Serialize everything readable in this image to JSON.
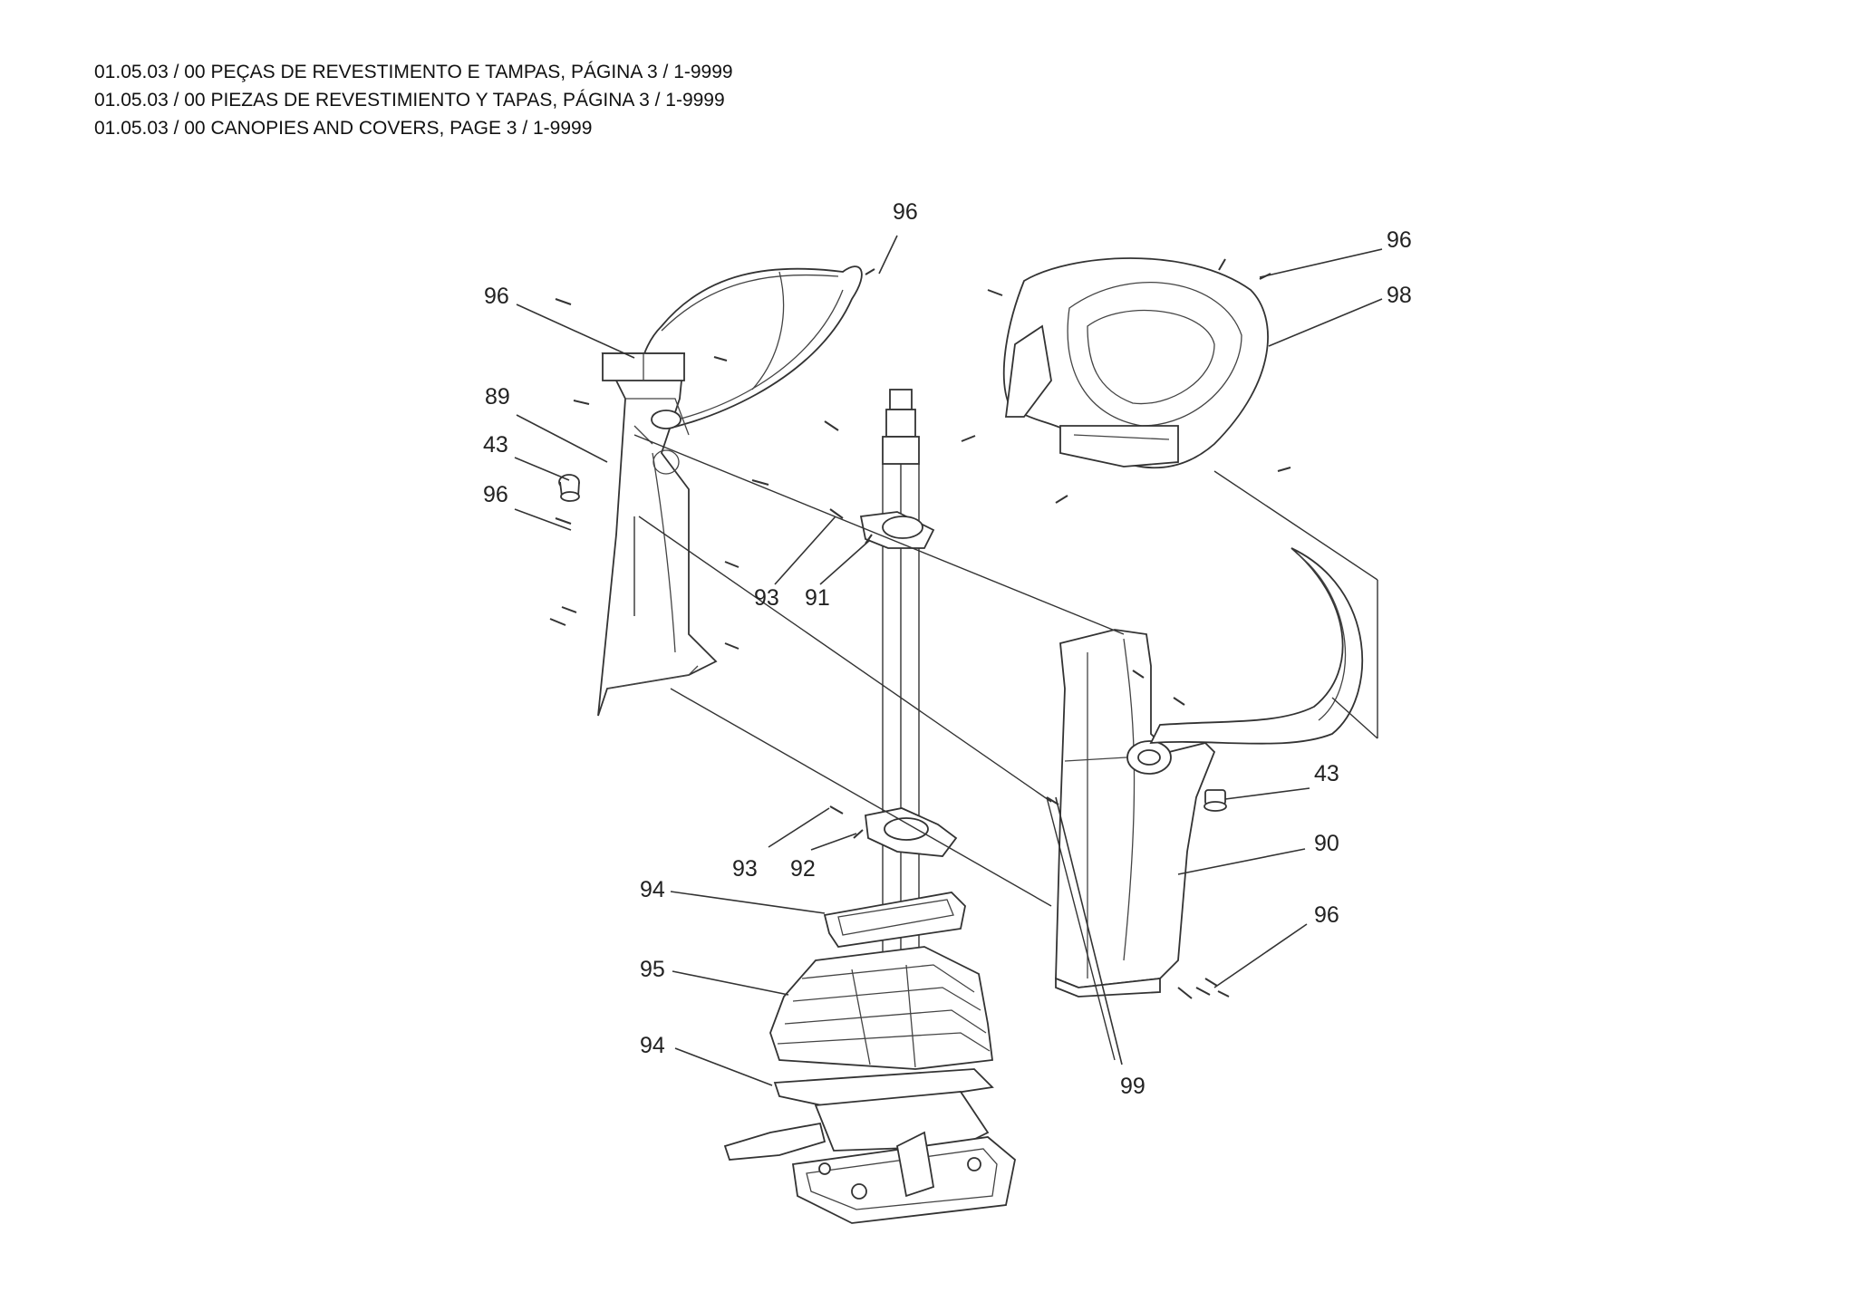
{
  "header": {
    "line_pt": "01.05.03 / 00 PEÇAS DE REVESTIMENTO E TAMPAS, PÁGINA 3 / 1-9999",
    "line_es": "01.05.03 / 00 PIEZAS DE REVESTIMIENTO Y TAPAS, PÁGINA 3 / 1-9999",
    "line_en": "01.05.03 / 00 CANOPIES AND COVERS, PAGE 3 / 1-9999"
  },
  "callouts": {
    "c96_top": "96",
    "c96_top_right": "96",
    "c98": "98",
    "c96_left": "96",
    "c89": "89",
    "c43_left": "43",
    "c96_left_lower": "96",
    "c93_upper": "93",
    "c91": "91",
    "c43_right": "43",
    "c90": "90",
    "c96_right_lower": "96",
    "c93_lower": "93",
    "c92": "92",
    "c94_upper": "94",
    "c95": "95",
    "c94_lower": "94",
    "c99": "99"
  }
}
